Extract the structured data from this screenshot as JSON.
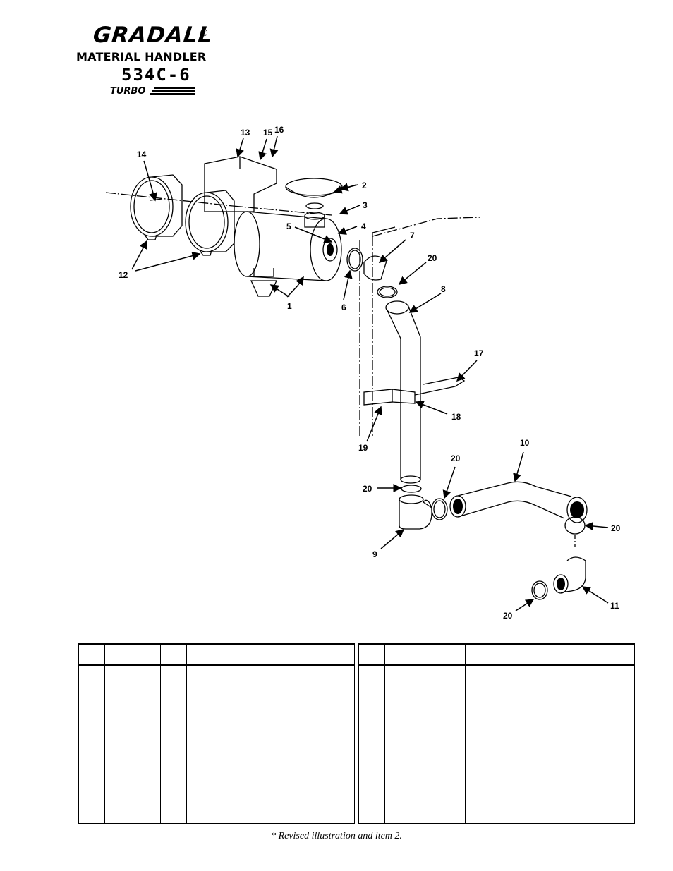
{
  "header": {
    "brand": "GRADALL",
    "registered_mark": "®",
    "product_line": "MATERIAL HANDLER",
    "model": "534C-6",
    "variant": "TURBO"
  },
  "callouts": [
    "1",
    "2",
    "3",
    "4",
    "5",
    "6",
    "7",
    "8",
    "9",
    "10",
    "11",
    "12",
    "13",
    "14",
    "15",
    "16",
    "17",
    "18",
    "19",
    "20"
  ],
  "parts_table": {
    "left": {
      "columns": [
        "",
        "",
        "",
        ""
      ],
      "rows": []
    },
    "right": {
      "columns": [
        "",
        "",
        "",
        ""
      ],
      "rows": []
    }
  },
  "footnote": "* Revised illustration and item 2."
}
